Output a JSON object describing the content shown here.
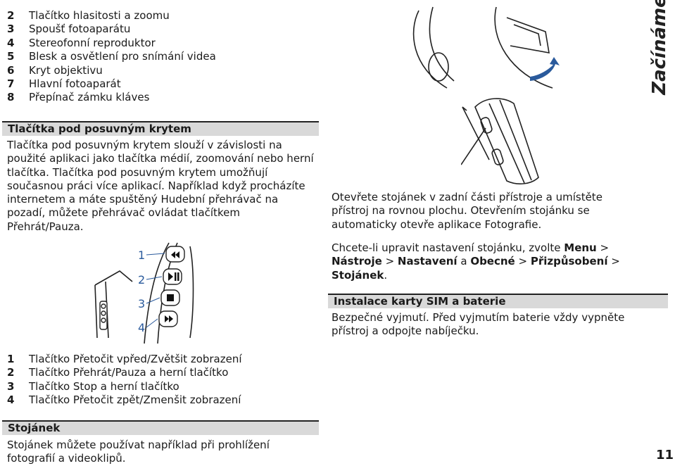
{
  "top_list": [
    {
      "num": "2",
      "text": "Tlačítko hlasitosti a zoomu"
    },
    {
      "num": "3",
      "text": "Spoušť fotoaparátu"
    },
    {
      "num": "4",
      "text": "Stereofonní reproduktor"
    },
    {
      "num": "5",
      "text": "Blesk a osvětlení pro snímání videa"
    },
    {
      "num": "6",
      "text": "Kryt objektivu"
    },
    {
      "num": "7",
      "text": "Hlavní fotoaparát"
    },
    {
      "num": "8",
      "text": "Přepínač zámku kláves"
    }
  ],
  "section_media": {
    "heading": "Tlačítka pod posuvným krytem",
    "body": "Tlačítka pod posuvným krytem slouží v závislosti na použité aplikaci jako tlačítka médií, zoomování nebo herní tlačítka. Tlačítka pod posuvným krytem umožňují současnou práci více aplikací. Například když procházíte internetem a máte spuštěný Hudební přehrávač na pozadí, můžete přehrávač ovládat tlačítkem Přehrát/Pauza."
  },
  "figure_buttons": {
    "callouts": [
      "1",
      "2",
      "3",
      "4"
    ]
  },
  "bottom_list": [
    {
      "num": "1",
      "text": "Tlačítko Přetočit vpřed/Zvětšit zobrazení"
    },
    {
      "num": "2",
      "text": "Tlačítko Přehrát/Pauza a herní tlačítko"
    },
    {
      "num": "3",
      "text": "Tlačítko Stop a herní tlačítko"
    },
    {
      "num": "4",
      "text": "Tlačítko Přetočit zpět/Zmenšit zobrazení"
    }
  ],
  "section_stand": {
    "heading": "Stojánek",
    "body": "Stojánek můžete používat například při prohlížení fotografií a videoklipů."
  },
  "right_col": {
    "stand_text": "Otevřete stojánek v zadní části přístroje a umístěte přístroj na rovnou plochu. Otevřením stojánku se automaticky otevře aplikace Fotografie.",
    "settings_prefix": "Chcete-li upravit nastavení stojánku, zvolte ",
    "menu": "Menu",
    "sep": " > ",
    "tools": "Nástroje",
    "settings": "Nastavení",
    "and": " a ",
    "general": "Obecné",
    "personalization": "Přizpůsobení",
    "stand": "Stojánek",
    "end": "."
  },
  "section_sim": {
    "heading": "Instalace karty SIM a baterie",
    "body": "Bezpečné vyjmutí. Před vyjmutím baterie vždy vypněte přístroj a odpojte nabíječku."
  },
  "side_title": "Začínáme",
  "page_number": "11"
}
